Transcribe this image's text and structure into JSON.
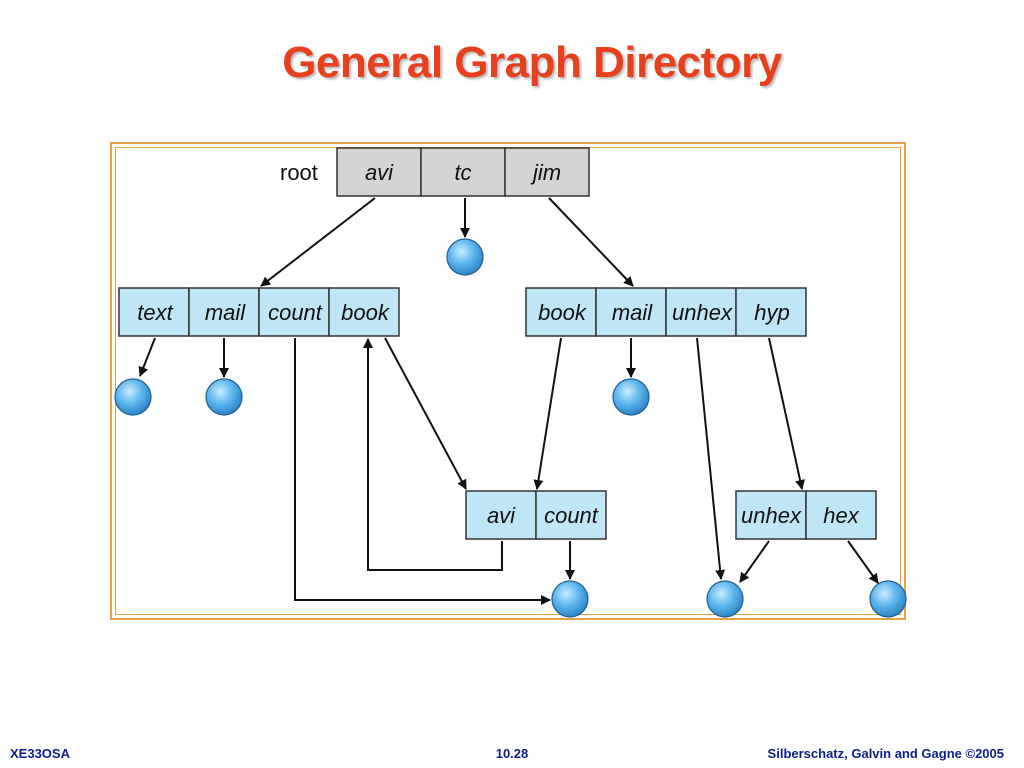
{
  "title": "General Graph Directory",
  "diagram": {
    "root_label": "root",
    "root_dir": [
      "avi",
      "tc",
      "jim"
    ],
    "avi_dir": [
      "text",
      "mail",
      "count",
      "book"
    ],
    "jim_dir": [
      "book",
      "mail",
      "unhex",
      "hyp"
    ],
    "shared_dir": [
      "avi",
      "count"
    ],
    "hyp_dir": [
      "unhex",
      "hex"
    ]
  },
  "footer": {
    "left": "XE33OSA",
    "center": "10.28",
    "right": "Silberschatz, Galvin and Gagne ©2005"
  },
  "colors": {
    "title": "#e8401c",
    "frame": "#e6a04a",
    "root_cell": "#d4d4d4",
    "dir_cell": "#bfe6f7",
    "file_node": "#5ab4ec",
    "footer": "#0e1f8c"
  }
}
